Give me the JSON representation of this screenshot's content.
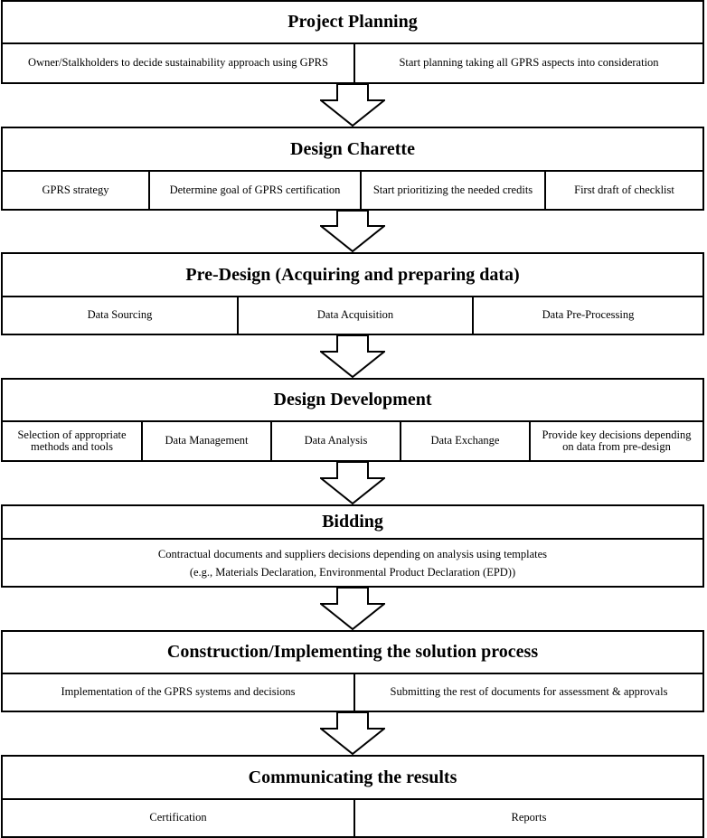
{
  "stages": [
    {
      "title": "Project Planning",
      "cells": [
        "Owner/Stalkholders to decide sustainability approach using GPRS",
        "Start planning taking all GPRS aspects into consideration"
      ]
    },
    {
      "title": "Design Charette",
      "cells": [
        "GPRS strategy",
        "Determine goal of GPRS certification",
        "Start prioritizing the needed credits",
        "First draft of checklist"
      ]
    },
    {
      "title": "Pre-Design (Acquiring and preparing data)",
      "cells": [
        "Data Sourcing",
        "Data Acquisition",
        "Data Pre-Processing"
      ]
    },
    {
      "title": "Design Development",
      "cells": [
        "Selection of appropriate methods and tools",
        "Data Management",
        "Data Analysis",
        "Data Exchange",
        "Provide key decisions depending on data from pre-design"
      ]
    },
    {
      "title": "Bidding",
      "lines": [
        "Contractual documents and suppliers decisions depending on analysis using templates",
        "(e.g., Materials Declaration, Environmental Product Declaration (EPD))"
      ]
    },
    {
      "title": "Construction/Implementing the solution process",
      "cells": [
        "Implementation of the GPRS systems and decisions",
        "Submitting the rest of documents for assessment & approvals"
      ]
    },
    {
      "title": "Communicating the results",
      "cells": [
        "Certification",
        "Reports"
      ]
    }
  ]
}
